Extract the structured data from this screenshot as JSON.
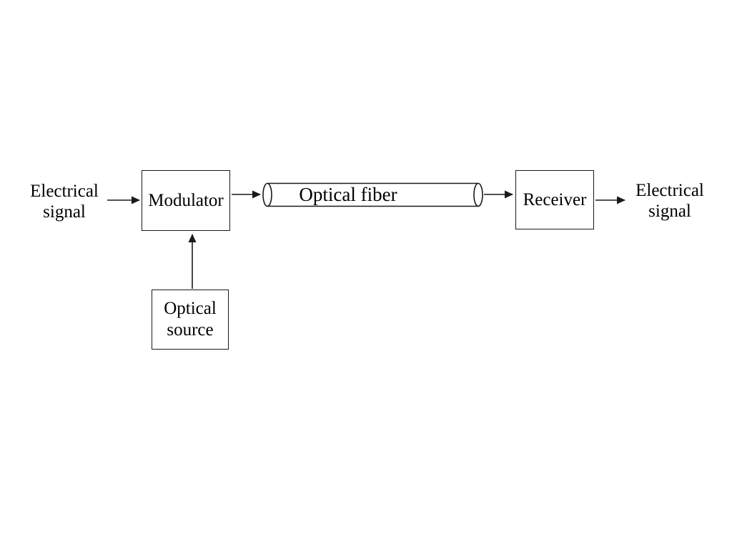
{
  "colors": {
    "stroke": "#1a1a1a",
    "text": "#000000",
    "fill": "#ffffff"
  },
  "diagram": {
    "input_label": {
      "line1": "Electrical",
      "line2": "signal"
    },
    "modulator": {
      "label": "Modulator"
    },
    "optical_fiber": {
      "label": "Optical fiber"
    },
    "receiver": {
      "label": "Receiver"
    },
    "output_label": {
      "line1": "Electrical",
      "line2": "signal"
    },
    "optical_source": {
      "line1": "Optical",
      "line2": "source"
    }
  }
}
